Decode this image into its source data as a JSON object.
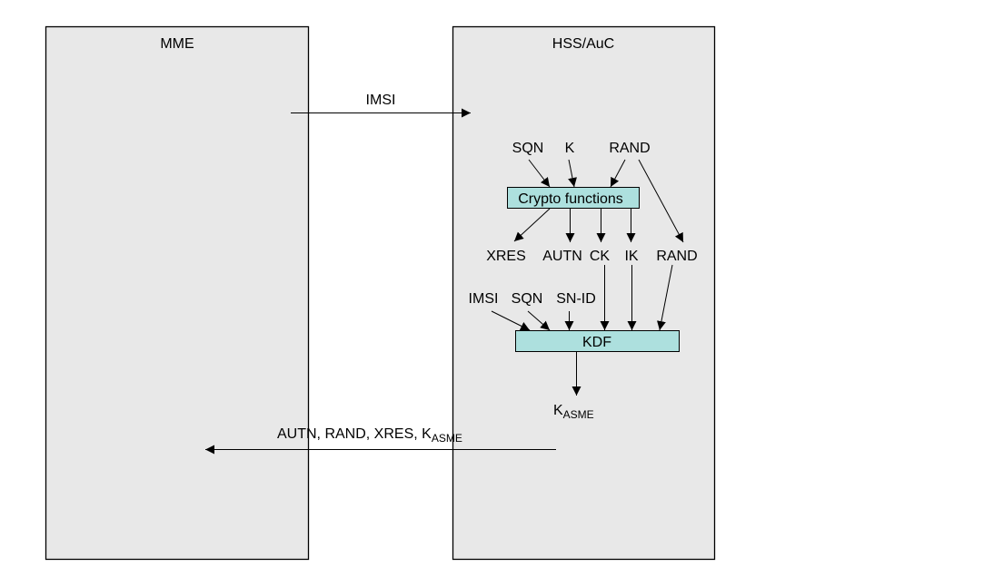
{
  "entities": {
    "mme": {
      "label": "MME",
      "fill": "#e8e8e8"
    },
    "hss": {
      "label": "HSS/AuC",
      "fill": "#e8e8e8"
    }
  },
  "messages": {
    "request": {
      "label": "IMSI"
    },
    "response": {
      "label_main": "AUTN, RAND, XRES, K",
      "label_sub": "ASME"
    }
  },
  "crypto": {
    "box_label": "Crypto functions",
    "box_fill": "#ade0de",
    "inputs": [
      "SQN",
      "K",
      "RAND"
    ],
    "outputs": [
      "XRES",
      "AUTN",
      "CK",
      "IK",
      "RAND"
    ]
  },
  "kdf": {
    "box_label": "KDF",
    "box_fill": "#ade0de",
    "extra_inputs": [
      "IMSI",
      "SQN",
      "SN-ID"
    ],
    "output_main": "K",
    "output_sub": "ASME"
  }
}
